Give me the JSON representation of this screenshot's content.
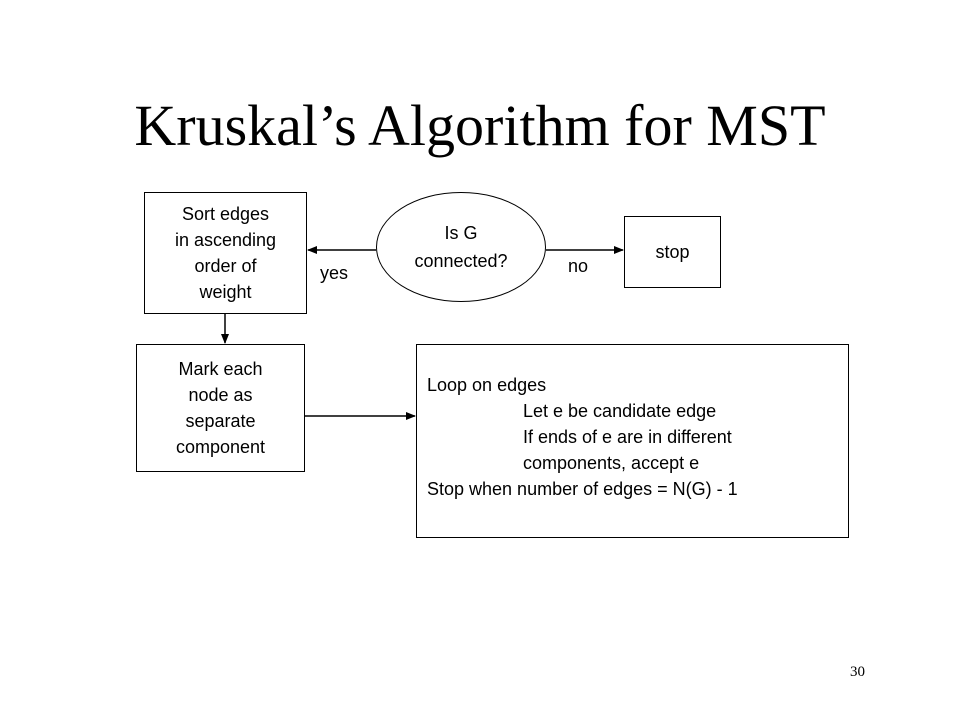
{
  "slide": {
    "title": "Kruskal’s Algorithm for MST",
    "page_number": "30"
  },
  "flowchart": {
    "decision": {
      "lines": [
        "Is G",
        "connected?"
      ]
    },
    "sort_box": {
      "lines": [
        "Sort edges",
        "in ascending",
        "order of",
        "weight"
      ]
    },
    "stop_box": {
      "text": "stop"
    },
    "mark_box": {
      "lines": [
        "Mark each",
        "node as",
        "separate",
        "component"
      ]
    },
    "loop_box": {
      "lines": [
        "Loop on edges",
        "Let e be candidate edge",
        "If ends of e are in different",
        "components, accept e",
        "Stop when number of edges = N(G) - 1"
      ]
    },
    "edge_labels": {
      "yes": "yes",
      "no": "no"
    }
  }
}
